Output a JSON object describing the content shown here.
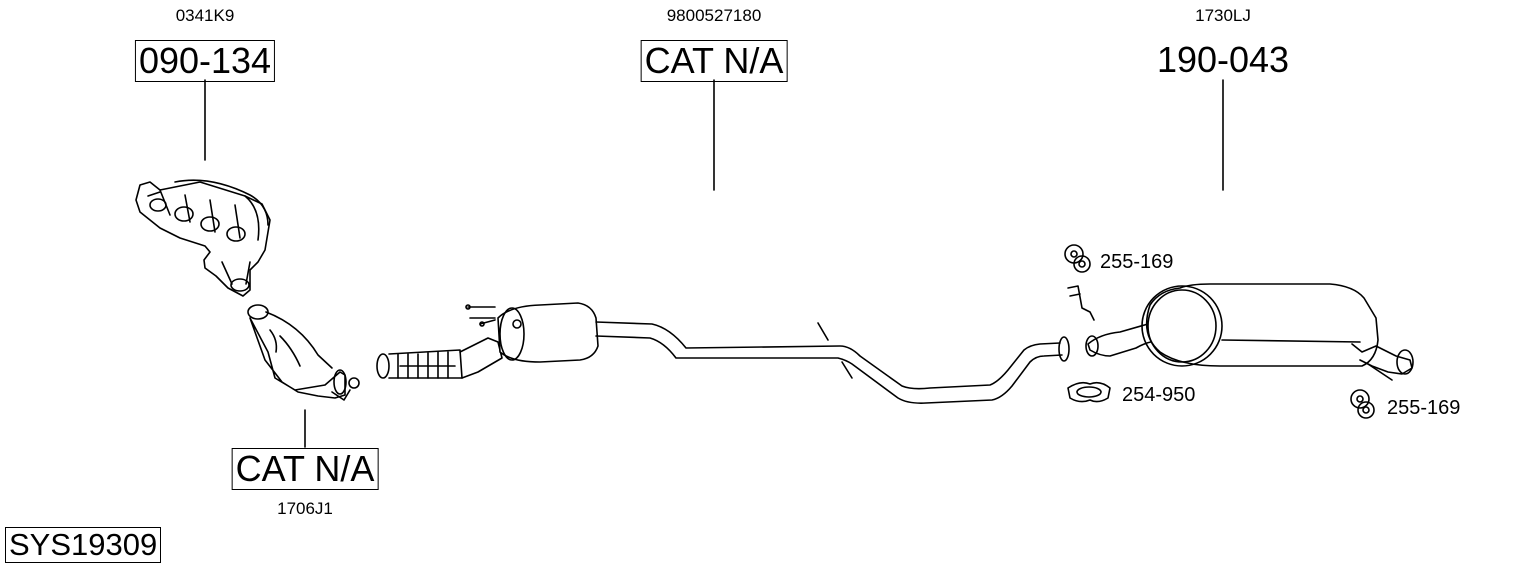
{
  "parts": [
    {
      "ref": "0341K9",
      "code": "090-134",
      "boxed": true
    },
    {
      "ref": "9800527180",
      "code": "CAT N/A",
      "boxed": true
    },
    {
      "ref": "1730LJ",
      "code": "190-043",
      "boxed": false
    },
    {
      "ref": "1706J1",
      "code": "CAT N/A",
      "boxed": true
    }
  ],
  "small_parts": [
    {
      "code": "255-169",
      "icon": "rubber-hanger-icon"
    },
    {
      "code": "254-950",
      "icon": "clamp-icon"
    },
    {
      "code": "255-169",
      "icon": "rubber-hanger-icon"
    }
  ],
  "system_id": "SYS19309"
}
